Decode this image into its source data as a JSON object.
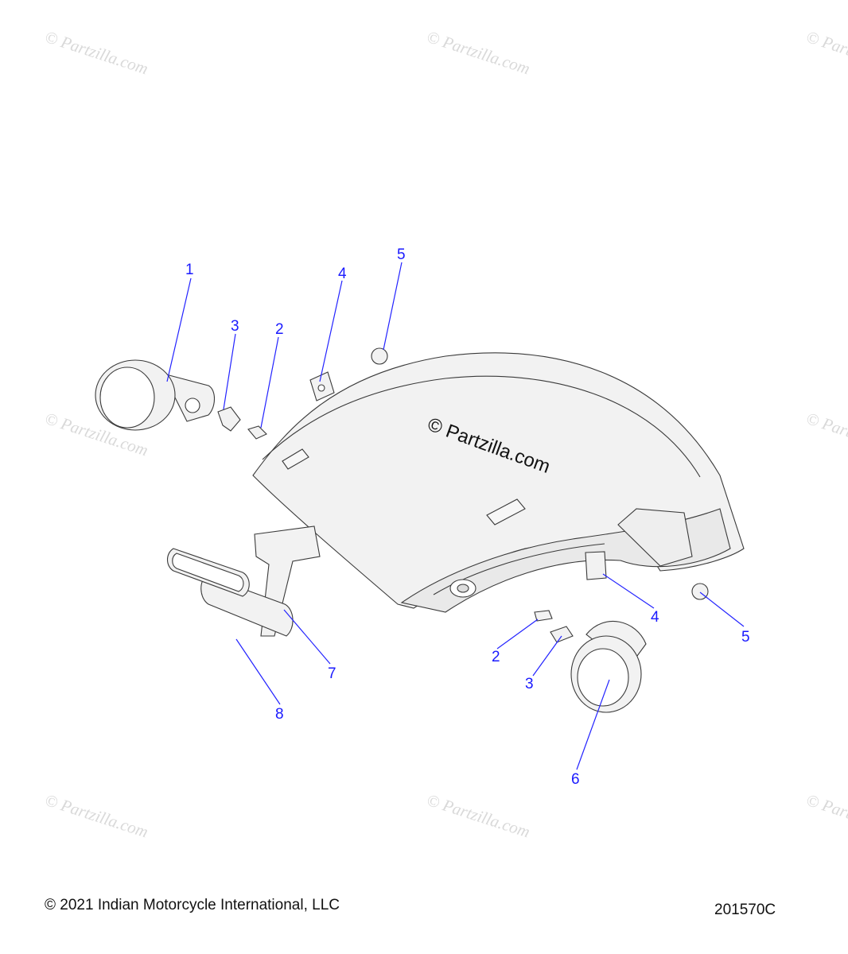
{
  "watermark_text": "© Partzilla.com",
  "center_watermark": "© Partzilla.com",
  "footer": {
    "copyright": "© 2021 Indian Motorcycle International, LLC",
    "diagram_code": "201570C"
  },
  "callouts": {
    "c1": "1",
    "c2a": "2",
    "c2b": "2",
    "c3a": "3",
    "c3b": "3",
    "c4a": "4",
    "c4b": "4",
    "c5a": "5",
    "c5b": "5",
    "c6": "6",
    "c7": "7",
    "c8": "8"
  },
  "colors": {
    "callout": "#1a1aff",
    "watermark": "#d9d9d9",
    "line_art": "#3a3a3a"
  }
}
